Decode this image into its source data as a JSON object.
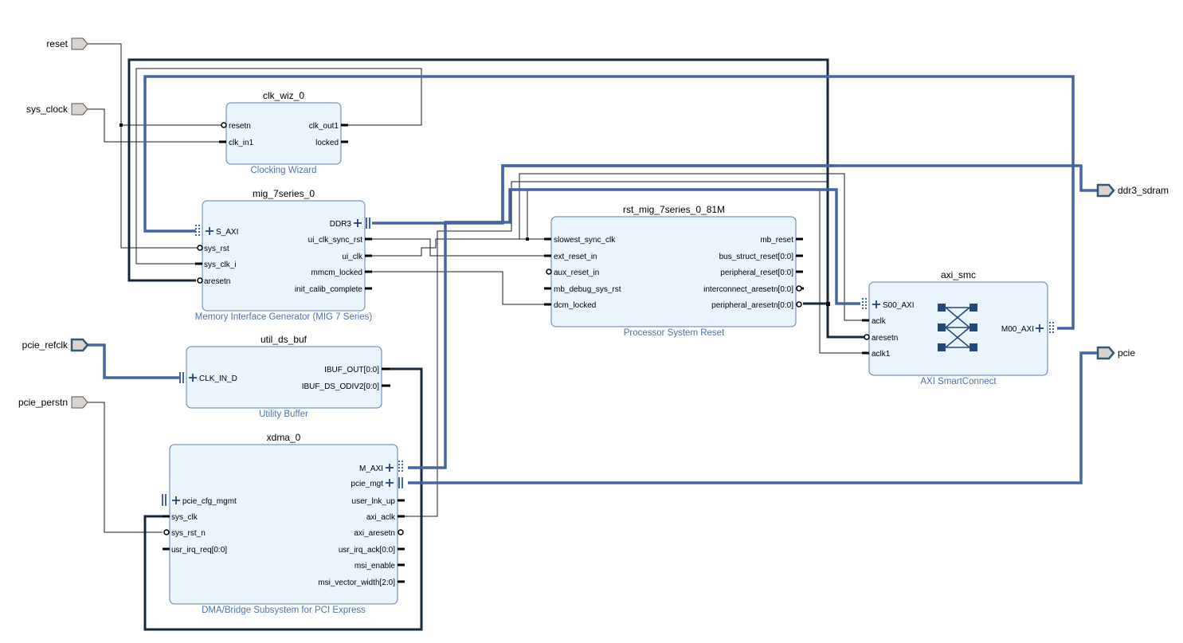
{
  "external_ports": {
    "reset": "reset",
    "sys_clock": "sys_clock",
    "pcie_refclk": "pcie_refclk",
    "pcie_perstn": "pcie_perstn",
    "ddr3_sdram": "ddr3_sdram",
    "pcie": "pcie"
  },
  "blocks": {
    "clk_wiz": {
      "name": "clk_wiz_0",
      "type": "Clocking Wizard",
      "pins_left": [
        "resetn",
        "clk_in1"
      ],
      "pins_right": [
        "clk_out1",
        "locked"
      ]
    },
    "mig": {
      "name": "mig_7series_0",
      "type": "Memory Interface Generator (MIG 7 Series)",
      "pins_left": [
        "S_AXI",
        "sys_rst",
        "sys_clk_i",
        "aresetn"
      ],
      "pins_right": [
        "DDR3",
        "ui_clk_sync_rst",
        "ui_clk",
        "mmcm_locked",
        "init_calib_complete"
      ]
    },
    "util_ds_buf": {
      "name": "util_ds_buf",
      "type": "Utility Buffer",
      "pins_left": [
        "CLK_IN_D"
      ],
      "pins_right": [
        "IBUF_OUT[0:0]",
        "IBUF_DS_ODIV2[0:0]"
      ]
    },
    "xdma": {
      "name": "xdma_0",
      "type": "DMA/Bridge Subsystem for PCI Express",
      "pins_left": [
        "pcie_cfg_mgmt",
        "sys_clk",
        "sys_rst_n",
        "usr_irq_req[0:0]"
      ],
      "pins_right": [
        "M_AXI",
        "pcie_mgt",
        "user_lnk_up",
        "axi_aclk",
        "axi_aresetn",
        "usr_irq_ack[0:0]",
        "msi_enable",
        "msi_vector_width[2:0]"
      ]
    },
    "rst": {
      "name": "rst_mig_7series_0_81M",
      "type": "Processor System Reset",
      "pins_left": [
        "slowest_sync_clk",
        "ext_reset_in",
        "aux_reset_in",
        "mb_debug_sys_rst",
        "dcm_locked"
      ],
      "pins_right": [
        "mb_reset",
        "bus_struct_reset[0:0]",
        "peripheral_reset[0:0]",
        "interconnect_aresetn[0:0]",
        "peripheral_aresetn[0:0]"
      ]
    },
    "axi_smc": {
      "name": "axi_smc",
      "type": "AXI SmartConnect",
      "pins_left": [
        "S00_AXI",
        "aclk",
        "aresetn",
        "aclk1"
      ],
      "pins_right": [
        "M00_AXI"
      ]
    }
  },
  "colors": {
    "block_fill": "#eaf4fc",
    "block_border": "#5a7fae",
    "bus_wire": "#4365a0",
    "bold_wire": "#16283c",
    "subtitle_text": "#4a73a8",
    "port_fill": "#d9d2cf"
  }
}
